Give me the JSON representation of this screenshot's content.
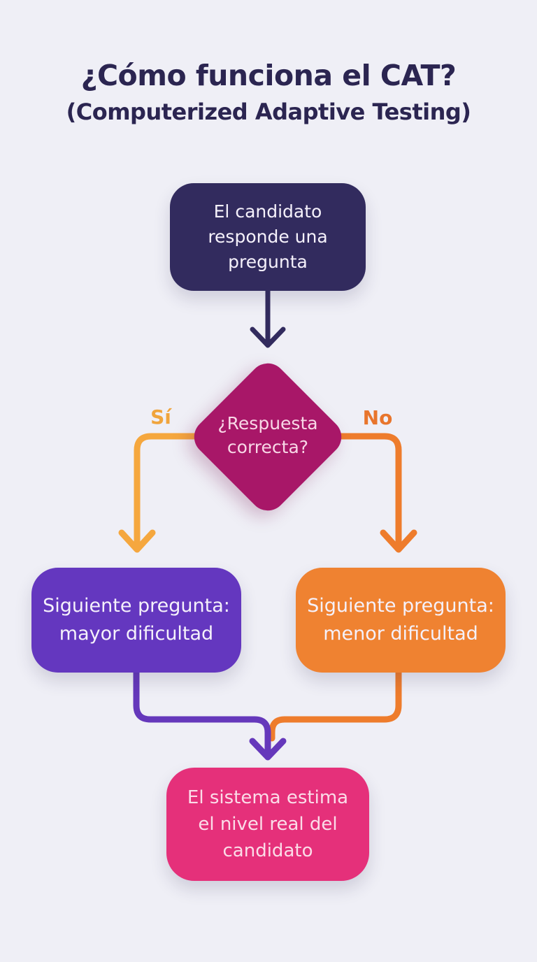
{
  "title": {
    "line1": "¿Cómo funciona el CAT?",
    "line2": "(Computerized Adaptive Testing)"
  },
  "flowchart": {
    "start_node": "El candidato\nresponde una\npregunta",
    "decision_node": "¿Respuesta\ncorrecta?",
    "yes_label": "Sí",
    "no_label": "No",
    "yes_node": "Siguiente pregunta:\nmayor dificultad",
    "no_node": "Siguiente pregunta:\nmenor dificultad",
    "end_node": "El sistema estima\nel nivel real del\ncandidato"
  },
  "colors": {
    "background": "#efeff6",
    "title-text": "#2b2551",
    "start-node": "#322b5e",
    "decision-node": "#a81768",
    "yes-line": "#f5a73e",
    "no-line": "#ee7c2c",
    "yes-node": "#6437bf",
    "no-node": "#ef8231",
    "merge-line": "#6538bb",
    "end-node": "#e5307a",
    "yes-label": "#f0a43c",
    "no-label": "#e8752c",
    "node-text-light": "#f5f1fb",
    "decision-text": "#f8d7e6",
    "end-text": "#fbdce8"
  }
}
